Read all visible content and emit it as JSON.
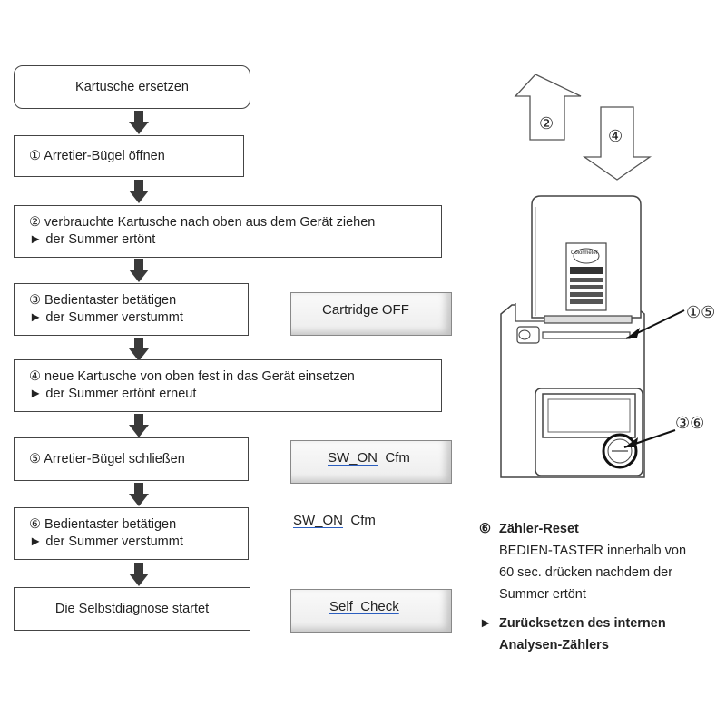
{
  "flow": {
    "start": "Kartusche ersetzen",
    "steps": [
      {
        "lines": [
          "①  Arretier-Bügel öffnen"
        ]
      },
      {
        "lines": [
          "②  verbrauchte Kartusche nach oben aus dem Gerät ziehen",
          "► der Summer ertönt"
        ]
      },
      {
        "lines": [
          "③  Bedientaster betätigen",
          "► der Summer verstummt"
        ]
      },
      {
        "lines": [
          "④  neue Kartusche von oben fest in das Gerät einsetzen",
          "► der Summer ertönt erneut"
        ]
      },
      {
        "lines": [
          "⑤  Arretier-Bügel schließen"
        ]
      },
      {
        "lines": [
          "⑥  Bedientaster betätigen",
          "► der Summer verstummt"
        ]
      },
      {
        "lines": [
          "Die Selbstdiagnose startet"
        ]
      }
    ]
  },
  "displays": {
    "cartridge_off": "Cartridge OFF",
    "sw_on_1": "SW_ON",
    "cfm_1": "Cfm",
    "sw_on_2": "SW_ON",
    "cfm_2": "Cfm",
    "self_check": "Self_Check"
  },
  "device": {
    "arrow_up_label": "②",
    "arrow_down_label": "④",
    "callout_top": "①⑤",
    "callout_button": "③⑥",
    "cartridge_brand": "Colormeter"
  },
  "note": {
    "symbol": "⑥",
    "title": "Zähler-Reset",
    "body": [
      "BEDIEN-TASTER innerhalb von",
      "60 sec. drücken nachdem der",
      "Summer ertönt"
    ],
    "result_symbol": "►",
    "result": [
      "Zurücksetzen des internen",
      "Analysen-Zählers"
    ]
  }
}
